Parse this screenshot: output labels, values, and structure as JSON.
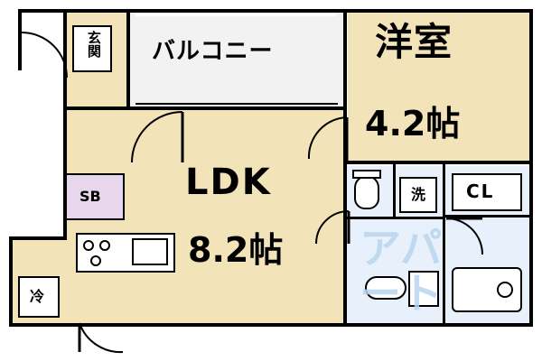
{
  "plan": {
    "type": "floor-plan",
    "unit": "apartment",
    "rooms": [
      {
        "id": "balcony",
        "label": "バルコニー",
        "area": ""
      },
      {
        "id": "washitsu",
        "label": "洋室",
        "area": "4.2帖"
      },
      {
        "id": "ldk",
        "label": "LDK",
        "area": "8.2帖"
      },
      {
        "id": "genkan",
        "label": "玄関",
        "area": ""
      },
      {
        "id": "sb",
        "label": "SB",
        "area": ""
      },
      {
        "id": "washer",
        "label": "洗",
        "area": ""
      },
      {
        "id": "closet",
        "label": "CL",
        "area": ""
      },
      {
        "id": "fridge",
        "label": "冷",
        "area": ""
      }
    ],
    "labels": {
      "balcony": "バルコニー",
      "room_name": "洋室",
      "room_area": "4.2帖",
      "ldk_name": "LDK",
      "ldk_area": "8.2帖",
      "genkan": "玄関",
      "storage_box": "SB",
      "washer": "洗",
      "closet": "CL",
      "fridge": "冷"
    },
    "watermark": {
      "line1": "アパ",
      "line2": "ート"
    },
    "colors": {
      "tatami": "#f2e3b8",
      "balcony": "#f2f2f2",
      "bath": "#e8f1fb",
      "storage": "#e8d7ec",
      "wall": "#000000",
      "watermark": "#b9d5f0"
    }
  }
}
